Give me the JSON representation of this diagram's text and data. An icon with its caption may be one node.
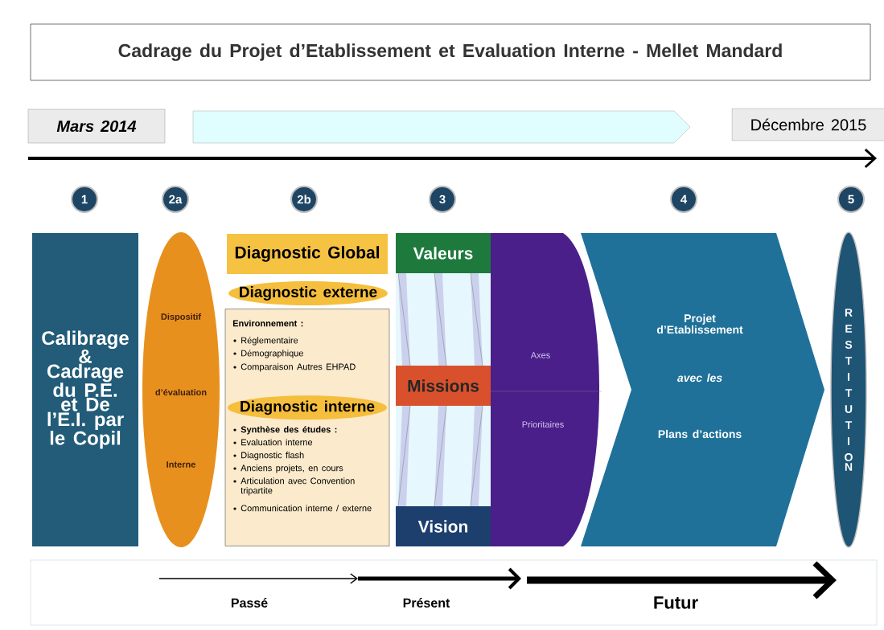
{
  "diagram": {
    "title": "Cadrage du Projet d’Etablissement et Evaluation Interne - Mellet Mandard",
    "nodes": [
      {
        "text": [
          "Mars 2014"
        ]
      },
      {
        "text": [
          "Décembre 2015"
        ]
      },
      {
        "text": [
          "1"
        ]
      },
      {
        "text": [
          "2a"
        ]
      },
      {
        "text": [
          "2b"
        ]
      },
      {
        "text": [
          "3"
        ]
      },
      {
        "text": [
          "4"
        ]
      },
      {
        "text": [
          "5"
        ]
      },
      {
        "text": [
          "Calibrage & Cadrage du P.E. et De l’E.I. par le Copil"
        ]
      },
      {
        "text": [
          "Dispositif",
          "d’évaluation",
          "Interne"
        ]
      },
      {
        "text": [
          "Diagnostic Global"
        ]
      },
      {
        "text": [
          "Diagnostic externe"
        ]
      },
      {
        "text": [
          "Environnement :",
          "Réglementaire",
          "Démographique",
          "Comparaison Autres EHPAD",
          "Synthèse des études :",
          "Evaluation interne",
          "Diagnostic flash",
          "Anciens projets, en cours",
          "Articulation avec Convention tripartite",
          "Communication interne / externe"
        ]
      },
      {
        "text": [
          "Diagnostic interne"
        ],
        "in": 12
      },
      {
        "text": [
          "Valeurs"
        ]
      },
      {
        "text": [
          "Missions"
        ]
      },
      {
        "text": [
          "Vision"
        ]
      },
      {
        "text": [
          "Axes",
          "Prioritaires"
        ]
      },
      {
        "text": [
          "Projet d’Etablissement",
          "avec les",
          "Plans d’actions"
        ]
      },
      {
        "text": [
          "RESTITUTION"
        ]
      }
    ],
    "labels": [
      "Passé",
      "Présent",
      "Futur"
    ]
  }
}
